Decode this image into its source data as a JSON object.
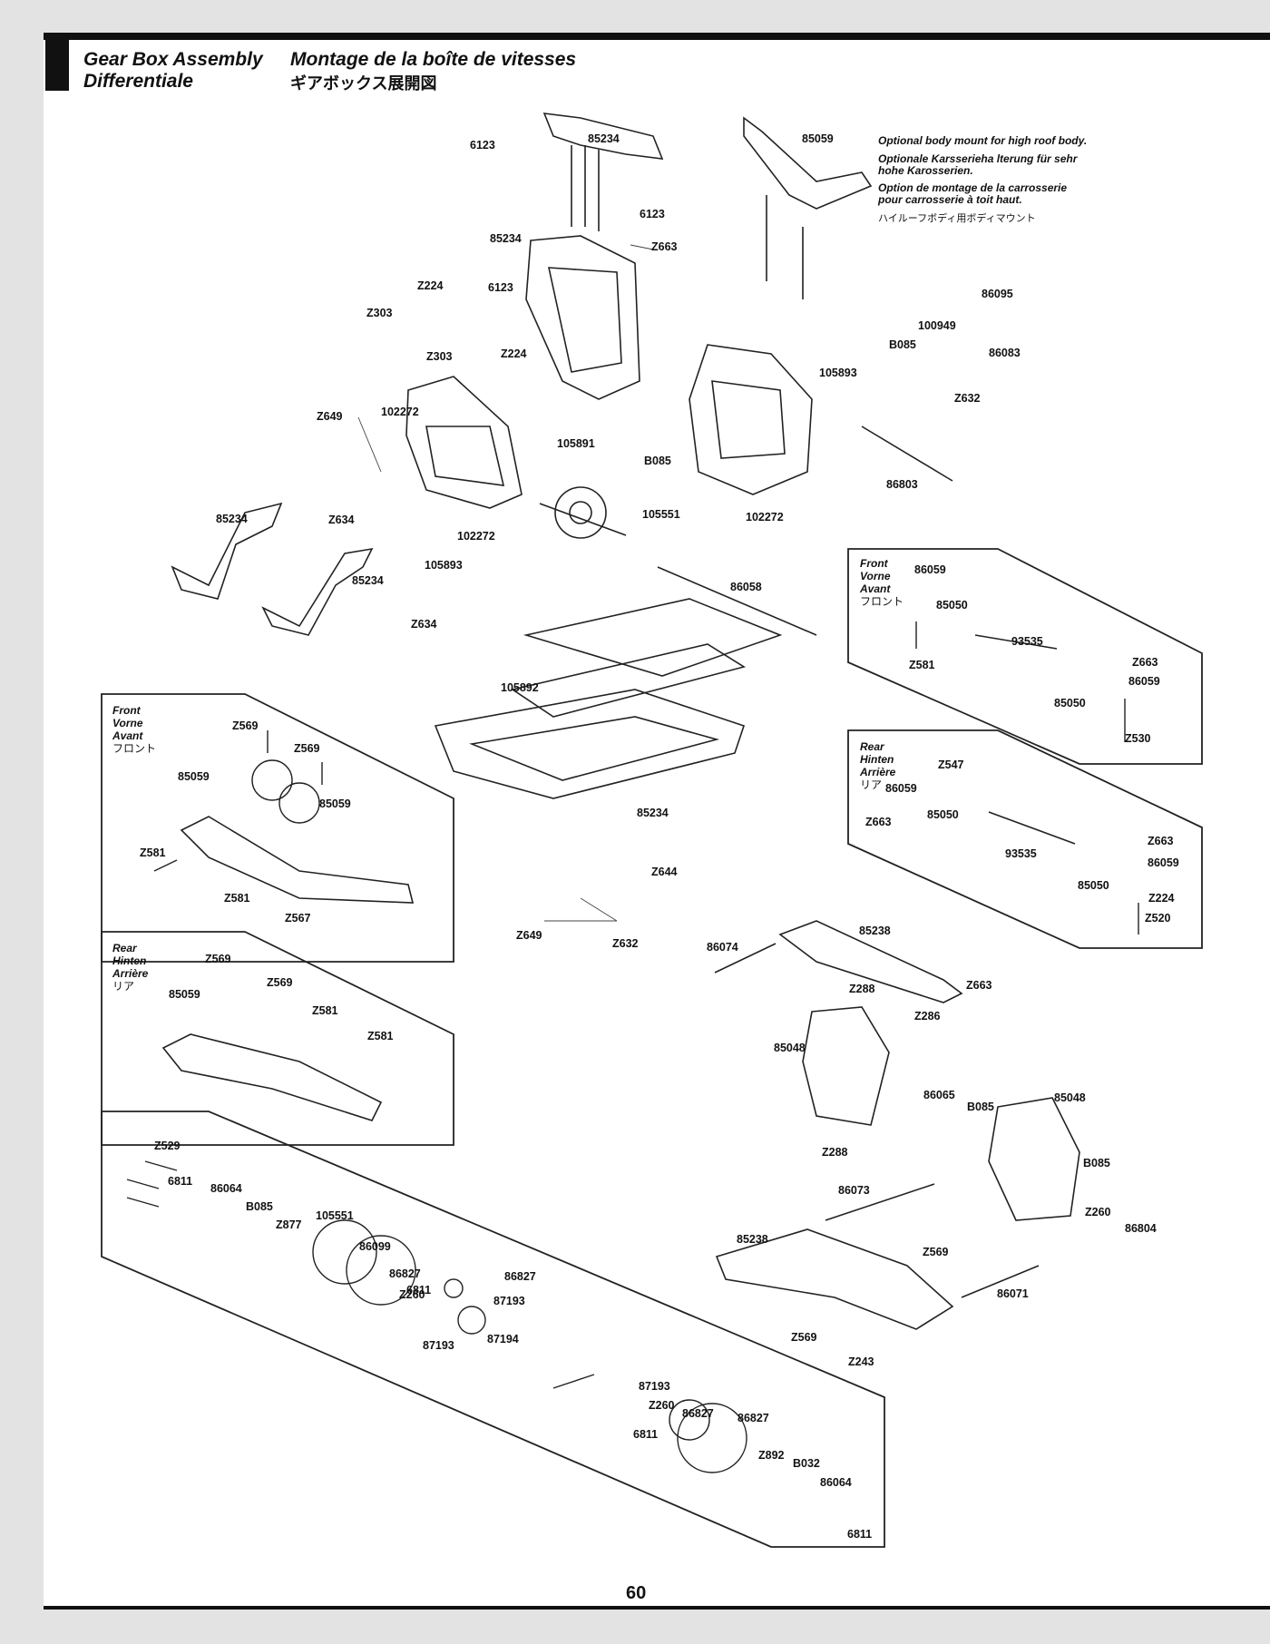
{
  "header": {
    "title_en_1": "Gear Box Assembly",
    "title_en_2": "Differentiale",
    "title_fr": "Montage de la boîte de vitesses",
    "title_ja": "ギアボックス展開図"
  },
  "note": {
    "en": "Optional body mount for high roof body.",
    "de_1": "Optionale Karsserieha lterung für sehr",
    "de_2": "hohe Karosserien.",
    "fr_1": "Option de montage de la carrosserie",
    "fr_2": "pour carrosserie à toit haut.",
    "ja": "ハイルーフボディ用ボディマウント"
  },
  "panels": {
    "front_left": {
      "en": "Front",
      "de": "Vorne",
      "fr": "Avant",
      "ja": "フロント"
    },
    "rear_left": {
      "en": "Rear",
      "de": "Hinten",
      "fr": "Arrière",
      "ja": "リア"
    },
    "front_right": {
      "en": "Front",
      "de": "Vorne",
      "fr": "Avant",
      "ja": "フロント"
    },
    "rear_right": {
      "en": "Rear",
      "de": "Hinten",
      "fr": "Arrière",
      "ja": "リア"
    }
  },
  "parts": [
    "6123",
    "85234",
    "6123",
    "85059",
    "85234",
    "Z663",
    "Z224",
    "6123",
    "Z303",
    "Z303",
    "Z224",
    "86095",
    "100949",
    "B085",
    "86083",
    "105893",
    "Z632",
    "102272",
    "105891",
    "Z649",
    "B085",
    "105551",
    "102272",
    "86803",
    "85234",
    "Z634",
    "102272",
    "105893",
    "85234",
    "Z634",
    "86058",
    "105892",
    "Z569",
    "Z569",
    "85059",
    "85059",
    "Z581",
    "Z581",
    "Z567",
    "85234",
    "Z649",
    "Z632",
    "Z644",
    "86059",
    "85050",
    "Z581",
    "93535",
    "Z663",
    "86059",
    "85050",
    "Z530",
    "Z547",
    "86059",
    "Z663",
    "85050",
    "93535",
    "Z663",
    "86059",
    "85050",
    "Z224",
    "Z520",
    "Z569",
    "Z569",
    "85059",
    "Z581",
    "Z581",
    "86074",
    "85238",
    "Z288",
    "Z663",
    "Z286",
    "85048",
    "86065",
    "B085",
    "85048",
    "Z288",
    "B085",
    "Z260",
    "86804",
    "86073",
    "85238",
    "Z569",
    "86071",
    "Z569",
    "Z243",
    "Z529",
    "6811",
    "86064",
    "B085",
    "Z877",
    "105551",
    "86099",
    "86827",
    "6811",
    "Z260",
    "87193",
    "86827",
    "87193",
    "87194",
    "87193",
    "Z260",
    "6811",
    "86827",
    "86827",
    "Z892",
    "B032",
    "86064",
    "6811"
  ],
  "page_number": "60"
}
